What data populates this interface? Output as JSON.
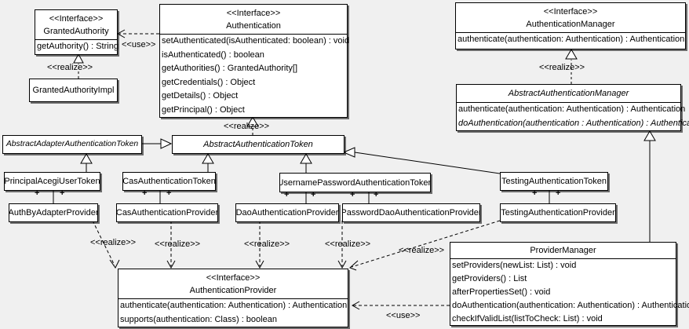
{
  "multiplicity_plus": "+",
  "classes": {
    "granted_authority": {
      "stereotype": "<<Interface>>",
      "name": "GrantedAuthority",
      "methods": [
        "getAuthority() : String"
      ]
    },
    "granted_authority_impl": {
      "name": "GrantedAuthorityImpl"
    },
    "authentication": {
      "stereotype": "<<Interface>>",
      "name": "Authentication",
      "methods": [
        "setAuthenticated(isAuthenticated: boolean) : void",
        "isAuthenticated() : boolean",
        "getAuthorities() : GrantedAuthority[]",
        "getCredentials() : Object",
        "getDetails() : Object",
        "getPrincipal() : Object"
      ]
    },
    "authentication_manager": {
      "stereotype": "<<Interface>>",
      "name": "AuthenticationManager",
      "methods": [
        "authenticate(authentication: Authentication) : Authentication"
      ]
    },
    "abstract_authentication_manager": {
      "name": "AbstractAuthenticationManager",
      "methods": [
        "authenticate(authentication: Authentication) : Authentication",
        "doAuthentication(authentication : Authentication) : Authentication"
      ]
    },
    "abstract_adapter_authentication_token": {
      "name": "AbstractAdapterAuthenticationToken"
    },
    "abstract_authentication_token": {
      "name": "AbstractAuthenticationToken"
    },
    "principal_acegi_user_token": {
      "name": "PrincipalAcegiUserToken"
    },
    "cas_authentication_token": {
      "name": "CasAuthenticationToken"
    },
    "username_password_authentication_token": {
      "name": "UsernamePasswordAuthenticationToken"
    },
    "testing_authentication_token": {
      "name": "TestingAuthenticationToken"
    },
    "auth_by_adapter_provider": {
      "name": "AuthByAdapterProvider"
    },
    "cas_authentication_provider": {
      "name": "CasAuthenticationProvider"
    },
    "dao_authentication_provider": {
      "name": "DaoAuthenticationProvider"
    },
    "password_dao_authentication_provider": {
      "name": "PasswordDaoAuthenticationProvider"
    },
    "testing_authentication_provider": {
      "name": "TestingAuthenticationProvider"
    },
    "authentication_provider": {
      "stereotype": "<<Interface>>",
      "name": "AuthenticationProvider",
      "methods": [
        "authenticate(authentication: Authentication) : Authentication",
        "supports(authentication: Class) : boolean"
      ]
    },
    "provider_manager": {
      "name": "ProviderManager",
      "methods": [
        "setProviders(newList: List) : void",
        "getProviders() : List",
        "afterPropertiesSet() : void",
        "doAuthentication(authentication: Authentication) : Authentication",
        "checkIfValidList(listToCheck: List) : void"
      ]
    }
  },
  "edge_labels": {
    "use_granted": "<<use>>",
    "realize_granted_impl": "<<realize>>",
    "realize_abstract_token": "<<realize>>",
    "realize_abstract_manager": "<<realize>>",
    "realize_auth_by_adapter": "<<realize>>",
    "realize_cas": "<<realize>>",
    "realize_dao": "<<realize>>",
    "realize_password_dao": "<<realize>>",
    "realize_testing": "<<realize>>",
    "use_provider_manager": "<<use>>"
  }
}
